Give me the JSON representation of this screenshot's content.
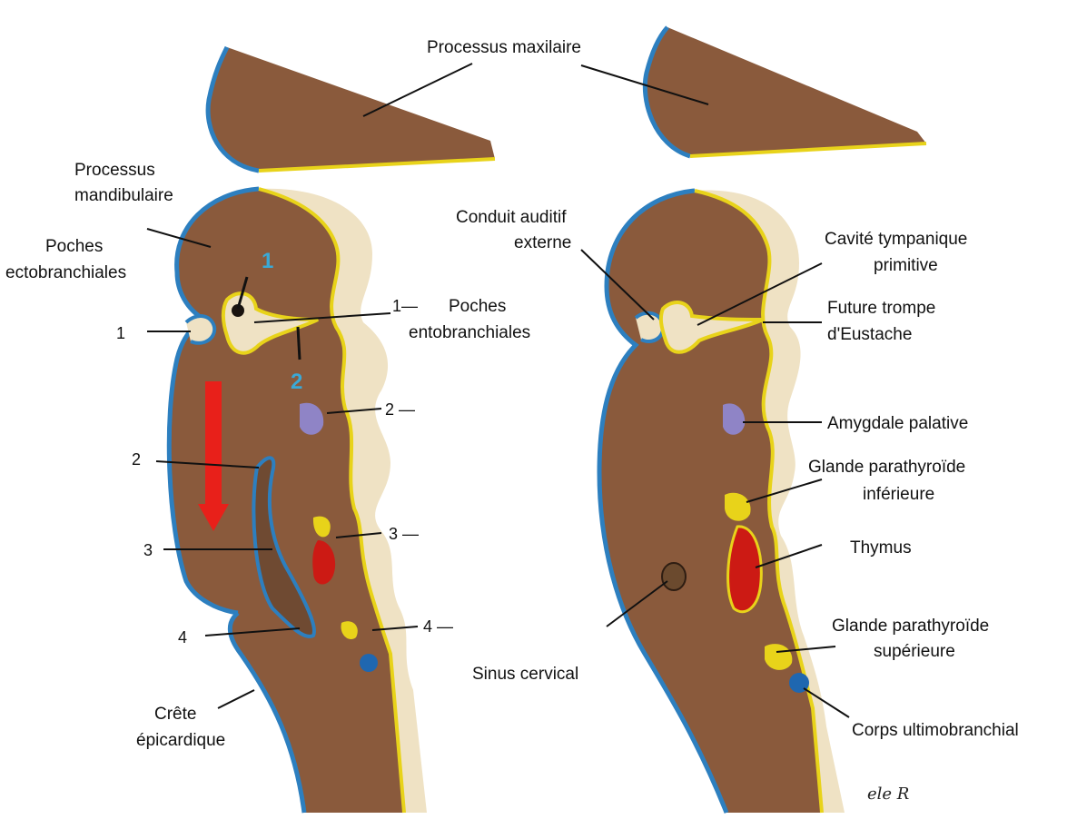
{
  "colors": {
    "tissue": "#8a5a3c",
    "ectoderm": "#2d7fbf",
    "endoderm": "#e8d31a",
    "side_face": "#efe2c4",
    "thymus": "#cc1a14",
    "amygdala": "#8f84c6",
    "arrow": "#e8201a",
    "blue_numbers": "#3aa9d6"
  },
  "left_panel": {
    "processus_maxilaire": "Processus maxilaire",
    "processus_mandibulaire_1": "Processus",
    "processus_mandibulaire_2": "mandibulaire",
    "poches_ecto_1": "Poches",
    "poches_ecto_2": "ectobranchiales",
    "poches_ento_1": "Poches",
    "poches_ento_2": "entobranchiales",
    "crete_1": "Crête",
    "crete_2": "épicardique",
    "numbers": {
      "ecto_1": "1",
      "ecto_2": "2",
      "ecto_3": "3",
      "ecto_4": "4",
      "ento_1": "1—",
      "ento_2": "2 —",
      "ento_3": "3 —",
      "ento_4": "4 —"
    },
    "blue_1": "1",
    "blue_2": "2"
  },
  "right_panel": {
    "conduit_1": "Conduit auditif",
    "conduit_2": "externe",
    "cavite_1": "Cavité tympanique",
    "cavite_2": "primitive",
    "trompe_1": "Future trompe",
    "trompe_2": "d'Eustache",
    "amygdale": "Amygdale palative",
    "para_inf_1": "Glande parathyroïde",
    "para_inf_2": "inférieure",
    "thymus": "Thymus",
    "para_sup_1": "Glande parathyroïde",
    "para_sup_2": "supérieure",
    "sinus": "Sinus cervical",
    "corps": "Corps ultimobranchial"
  },
  "signature": "ele R"
}
